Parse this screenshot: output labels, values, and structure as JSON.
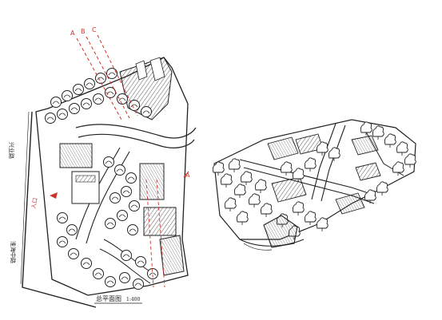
{
  "plan": {
    "title": "总平面图",
    "scale": "1:400",
    "street_top_left": "兴业路",
    "street_bottom_left": "淮海中路",
    "section_labels": [
      "A",
      "B",
      "C"
    ],
    "section_marker_right": "A",
    "entry_marker": "入口"
  },
  "colors": {
    "ink": "#1f1f1f",
    "red_accent": "#d0322a",
    "paper": "#ffffff"
  }
}
